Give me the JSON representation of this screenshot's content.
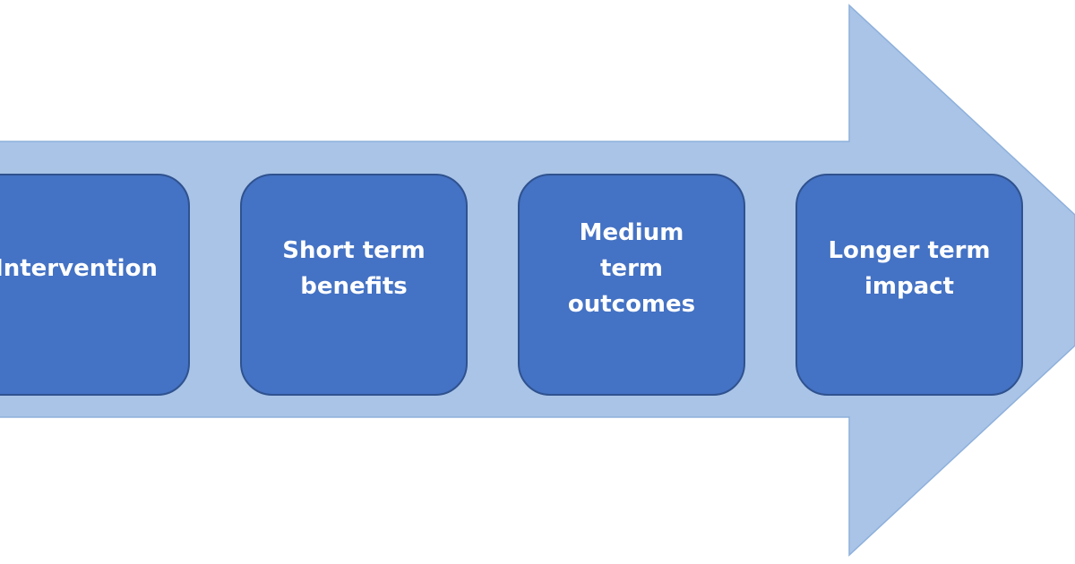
{
  "diagram": {
    "type": "process-arrow",
    "colors": {
      "arrow_fill": "#a9c4e7",
      "arrow_stroke": "#8eb0db",
      "box_fill": "#4472c4",
      "box_stroke": "#2f528f",
      "text": "#ffffff"
    },
    "steps": [
      {
        "label": "Intervention"
      },
      {
        "label": "Short term\nbenefits"
      },
      {
        "label": "Medium\nterm\noutcomes"
      },
      {
        "label": "Longer term\nimpact"
      }
    ]
  }
}
